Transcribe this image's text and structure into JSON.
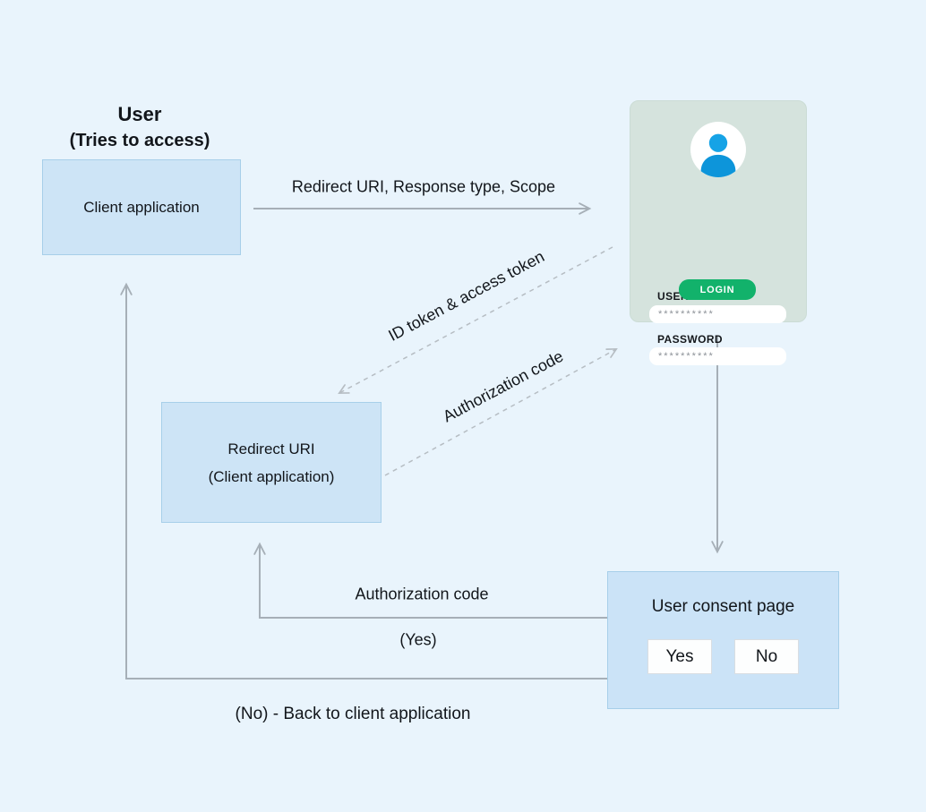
{
  "heading": {
    "line1": "User",
    "line2": "(Tries to access)"
  },
  "boxes": {
    "client_application": {
      "label": "Client application"
    },
    "redirect_uri": {
      "line1": "Redirect URI",
      "line2": "(Client application)"
    },
    "consent": {
      "title": "User consent page",
      "yes_label": "Yes",
      "no_label": "No"
    }
  },
  "login_card": {
    "username_label": "USERNAME",
    "username_value": "**********",
    "password_label": "PASSWORD",
    "password_value": "**********",
    "login_button": "LOGIN"
  },
  "arrows": {
    "request_label": "Redirect URI, Response type, Scope",
    "id_token_label": "ID token & access token",
    "auth_code_diagonal_label": "Authorization code",
    "auth_code_return_label": "Authorization code",
    "yes_label": "(Yes)",
    "no_back_label": "(No) - Back to client application"
  },
  "colors": {
    "page_background": "#e9f4fc",
    "node_fill": "#cde4f6",
    "node_border": "#a7cfe9",
    "login_card_fill": "#d5e3dd",
    "login_button_green": "#12b26b",
    "avatar_blue": "#16a3e6",
    "solid_arrow": "#a6afb7",
    "dashed_arrow": "#b6bdc3",
    "text": "#12161b"
  }
}
